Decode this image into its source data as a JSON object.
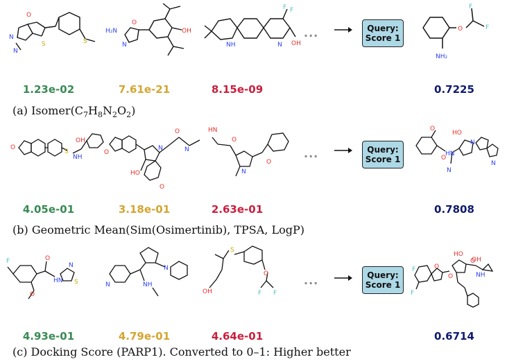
{
  "query_box": {
    "line1": "Query:",
    "line2": "Score 1"
  },
  "ellipsis": "...",
  "atom_labels": {
    "O": "O",
    "N": "N",
    "S": "S",
    "F": "F",
    "NH2": "NH₂",
    "OH": "OH",
    "HO": "HO",
    "NH": "NH",
    "HN": "HN",
    "H2N": "H₂N"
  },
  "rows": [
    {
      "caption": {
        "prefix": "(a) Isomer(C",
        "s1": "7",
        "m1": "H",
        "s2": "8",
        "m2": "N",
        "s3": "2",
        "m3": "O",
        "s4": "2",
        "suffix": ")"
      },
      "scores": [
        "1.23e-02",
        "7.61e-21",
        "8.15e-09"
      ],
      "result": "0.7225"
    },
    {
      "caption": {
        "text": "(b) Geometric Mean(Sim(Osimertinib), TPSA, LogP)"
      },
      "scores": [
        "4.05e-01",
        "3.18e-01",
        "2.63e-01"
      ],
      "result": "0.7808"
    },
    {
      "caption": {
        "text": "(c) Docking Score (PARP1). Converted to 0–1: Higher better"
      },
      "scores": [
        "4.93e-01",
        "4.79e-01",
        "4.64e-01"
      ],
      "result": "0.6714"
    }
  ],
  "colors": {
    "green": "#3a8a55",
    "gold": "#d4a531",
    "red": "#c8203e",
    "navy": "#101a6e",
    "query_bg": "#add8e6",
    "oxygen": "#e8302a",
    "nitrogen": "#2a3ff0",
    "sulfur": "#c9a800",
    "fluorine": "#55c0c8"
  }
}
